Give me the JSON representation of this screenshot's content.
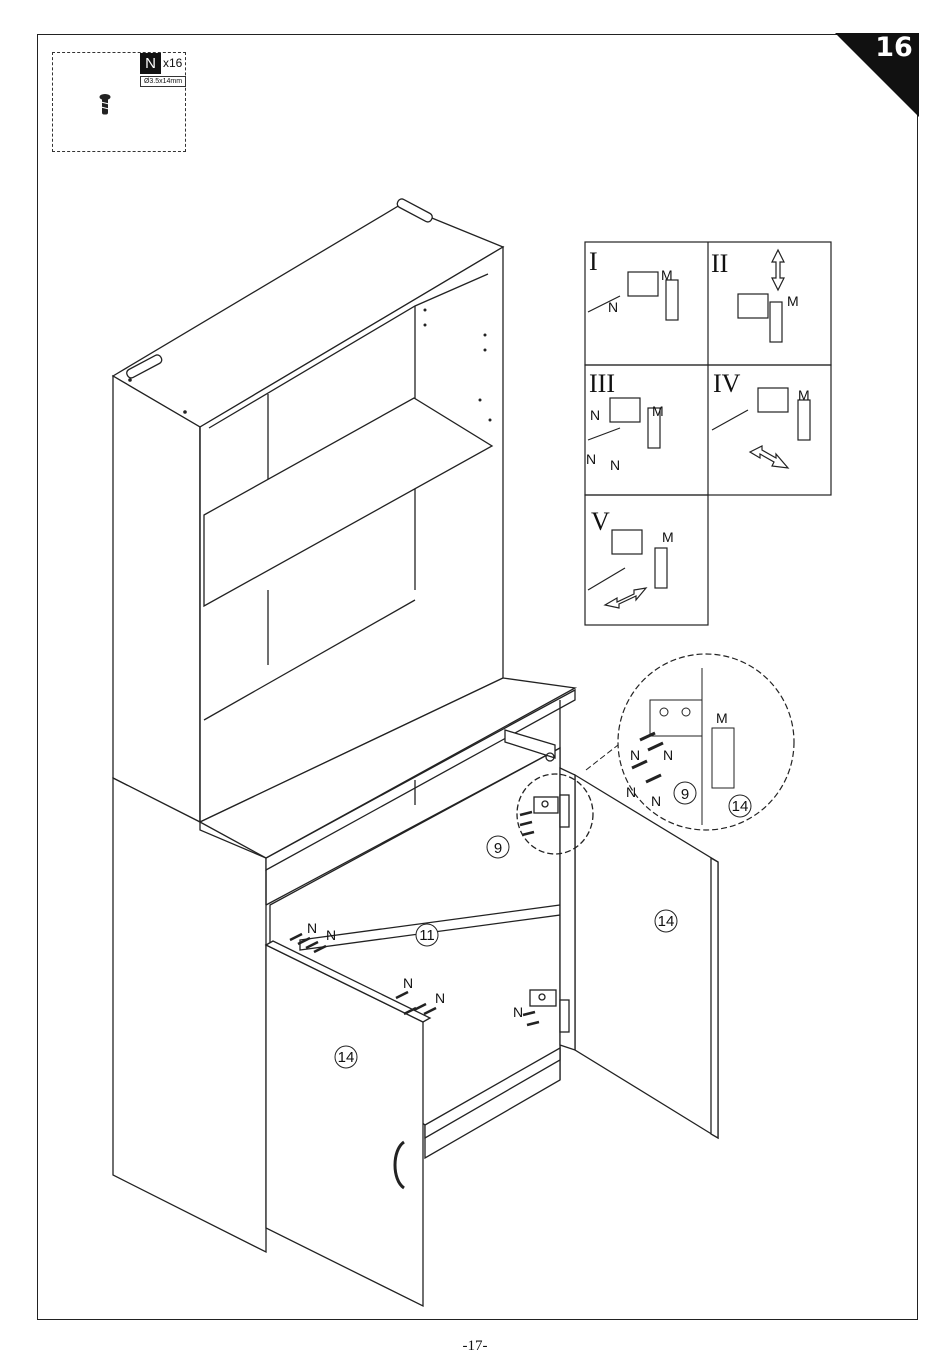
{
  "step": {
    "number": "16"
  },
  "parts": {
    "letter": "N",
    "quantity": "x16",
    "size": "Ø3.5x14mm",
    "icon": "screw-icon"
  },
  "detail_panels": [
    {
      "numeral": "I",
      "labels": [
        "M",
        "N"
      ]
    },
    {
      "numeral": "II",
      "labels": [
        "M"
      ]
    },
    {
      "numeral": "III",
      "labels": [
        "N",
        "M",
        "N",
        "N"
      ]
    },
    {
      "numeral": "IV",
      "labels": [
        "M"
      ]
    },
    {
      "numeral": "V",
      "labels": [
        "M"
      ]
    }
  ],
  "callout": {
    "labels": [
      "M",
      "N",
      "N",
      "N",
      "N"
    ],
    "part_9": "9",
    "part_14": "14"
  },
  "main_labels": {
    "part_9": "9",
    "part_11": "11",
    "part_14_left": "14",
    "part_14_right": "14",
    "screw_labels": [
      "N",
      "N",
      "N",
      "N",
      "N"
    ]
  },
  "footer": {
    "page": "-17-"
  }
}
